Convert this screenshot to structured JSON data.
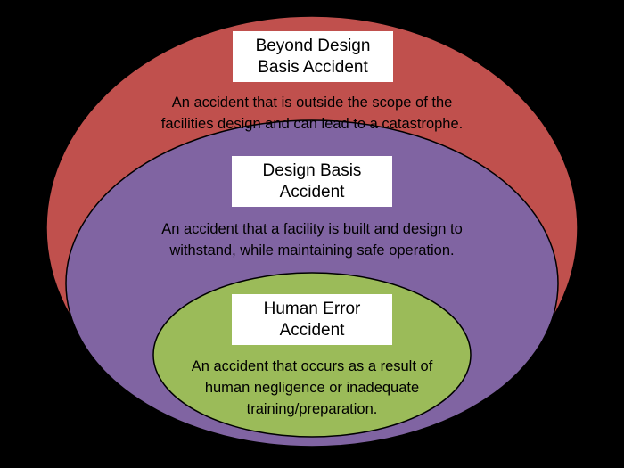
{
  "colors": {
    "background": "#000000",
    "outer_ellipse": "#c0504d",
    "middle_ellipse": "#8064a2",
    "inner_ellipse": "#9bbb59",
    "ellipse_stroke": "#000000",
    "label_box": "#ffffff"
  },
  "levels": [
    {
      "title_lines": [
        "Beyond Design",
        "Basis Accident"
      ],
      "description_lines": [
        "An accident that is outside the scope of the",
        "facilities design and can lead to a catastrophe."
      ]
    },
    {
      "title_lines": [
        "Design Basis",
        "Accident"
      ],
      "description_lines": [
        "An accident that a facility is built and design to",
        "withstand, while maintaining safe operation."
      ]
    },
    {
      "title_lines": [
        "Human Error",
        "Accident"
      ],
      "description_lines": [
        "An accident that occurs as a result of",
        "human negligence or inadequate",
        "training/preparation."
      ]
    }
  ]
}
